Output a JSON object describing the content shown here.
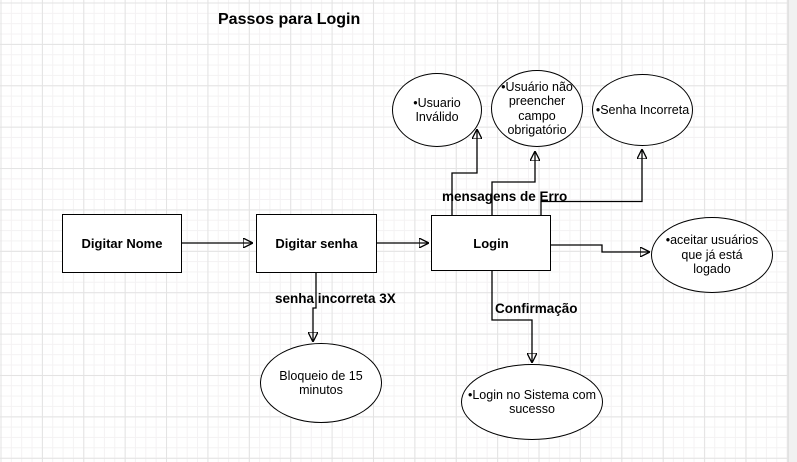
{
  "diagram": {
    "title": "Passos para Login",
    "stroke_color": "#000000",
    "background_color": "#ffffff",
    "grid_major_color": "#e3e3e3",
    "grid_minor_color": "#f4f2f3",
    "nodes": {
      "digitar_nome": {
        "shape": "rect",
        "label": "Digitar Nome"
      },
      "digitar_senha": {
        "shape": "rect",
        "label": "Digitar senha"
      },
      "login": {
        "shape": "rect",
        "label": "Login"
      },
      "usuario_invalido": {
        "shape": "ellipse",
        "lines": [
          "•Usuario",
          "Inválido"
        ]
      },
      "usuario_nao_preencher": {
        "shape": "ellipse",
        "lines": [
          "•Usuário não",
          "preencher",
          "campo",
          "obrigatório"
        ]
      },
      "senha_incorreta": {
        "shape": "ellipse",
        "lines": [
          "•Senha Incorreta"
        ]
      },
      "aceitar_usuarios": {
        "shape": "ellipse",
        "lines": [
          "•aceitar usuários",
          "que já está",
          "logado"
        ]
      },
      "bloqueio": {
        "shape": "ellipse",
        "lines": [
          "Bloqueio de 15",
          "minutos"
        ]
      },
      "login_sucesso": {
        "shape": "ellipse",
        "lines": [
          "•Login no Sistema com",
          "sucesso"
        ]
      }
    },
    "edge_labels": {
      "mensagens_erro": "mensagens de Erro",
      "senha_incorreta_3x": "senha incorreta 3X",
      "confirmacao": "Confirmação"
    },
    "scrollbar_color": "#f1f1f1"
  }
}
